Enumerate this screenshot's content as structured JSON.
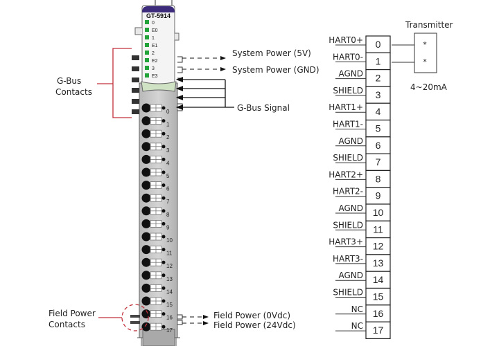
{
  "module": {
    "model": "GT-5914",
    "leds": [
      "0",
      "E0",
      "1",
      "E1",
      "2",
      "E2",
      "3",
      "E3"
    ],
    "led_color": "#22a33a",
    "header_color": "#3c2a7a",
    "channels": [
      "0",
      "1",
      "2",
      "3",
      "4",
      "5",
      "6",
      "7",
      "8",
      "9",
      "10",
      "11",
      "12",
      "13",
      "14",
      "15",
      "16",
      "17"
    ]
  },
  "annotations": {
    "gbus_contacts": [
      "G-Bus",
      "Contacts"
    ],
    "system_power_5v": "System Power (5V)",
    "system_power_gnd": "System Power (GND)",
    "gbus_signal": "G-Bus Signal",
    "field_power_contacts": [
      "Field Power",
      "Contacts"
    ],
    "field_power_0v": "Field Power (0Vdc)",
    "field_power_24v": "Field Power (24Vdc)",
    "accent_color": "#c0303a"
  },
  "terminals": [
    {
      "label": "HART0+",
      "num": "0"
    },
    {
      "label": "HART0-",
      "num": "1"
    },
    {
      "label": "AGND",
      "num": "2"
    },
    {
      "label": "SHIELD",
      "num": "3"
    },
    {
      "label": "HART1+",
      "num": "4"
    },
    {
      "label": "HART1-",
      "num": "5"
    },
    {
      "label": "AGND",
      "num": "6"
    },
    {
      "label": "SHIELD",
      "num": "7"
    },
    {
      "label": "HART2+",
      "num": "8"
    },
    {
      "label": "HART2-",
      "num": "9"
    },
    {
      "label": "AGND",
      "num": "10"
    },
    {
      "label": "SHIELD",
      "num": "11"
    },
    {
      "label": "HART3+",
      "num": "12"
    },
    {
      "label": "HART3-",
      "num": "13"
    },
    {
      "label": "AGND",
      "num": "14"
    },
    {
      "label": "SHIELD",
      "num": "15"
    },
    {
      "label": "NC",
      "num": "16"
    },
    {
      "label": "NC",
      "num": "17"
    }
  ],
  "transmitter": {
    "title": "Transmitter",
    "pins": [
      "*",
      "*"
    ],
    "current": "4~20mA"
  }
}
